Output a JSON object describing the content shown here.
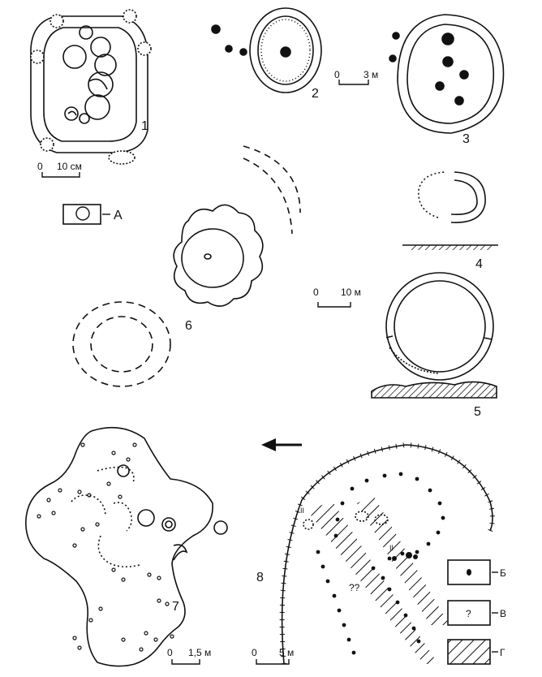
{
  "figure_numbers": [
    "1",
    "2",
    "3",
    "4",
    "5",
    "6",
    "7",
    "8"
  ],
  "scale_bars": {
    "fig1": {
      "zero": "0",
      "value": "10 см"
    },
    "fig2_3": {
      "zero": "0",
      "value": "3 м"
    },
    "fig4_5": {
      "zero": "0",
      "value": "10 м"
    },
    "fig7": {
      "zero": "0",
      "value": "1,5 м"
    },
    "fig8": {
      "zero": "0",
      "value": "5 м"
    }
  },
  "legend": [
    {
      "key": "А",
      "symbol": "small pit inside rectangle"
    },
    {
      "key": "Б",
      "symbol": "filled post hole"
    },
    {
      "key": "В",
      "symbol": "?"
    },
    {
      "key": "Г",
      "symbol": "diagonal hatching"
    }
  ],
  "map_marks": {
    "fig8_question_mark": "??",
    "fig8_marker_1": "II",
    "fig8_marker_2": "II"
  },
  "colors": {
    "ink": "#111111",
    "paper": "#ffffff"
  },
  "icons": [
    "arrow-left-icon"
  ]
}
